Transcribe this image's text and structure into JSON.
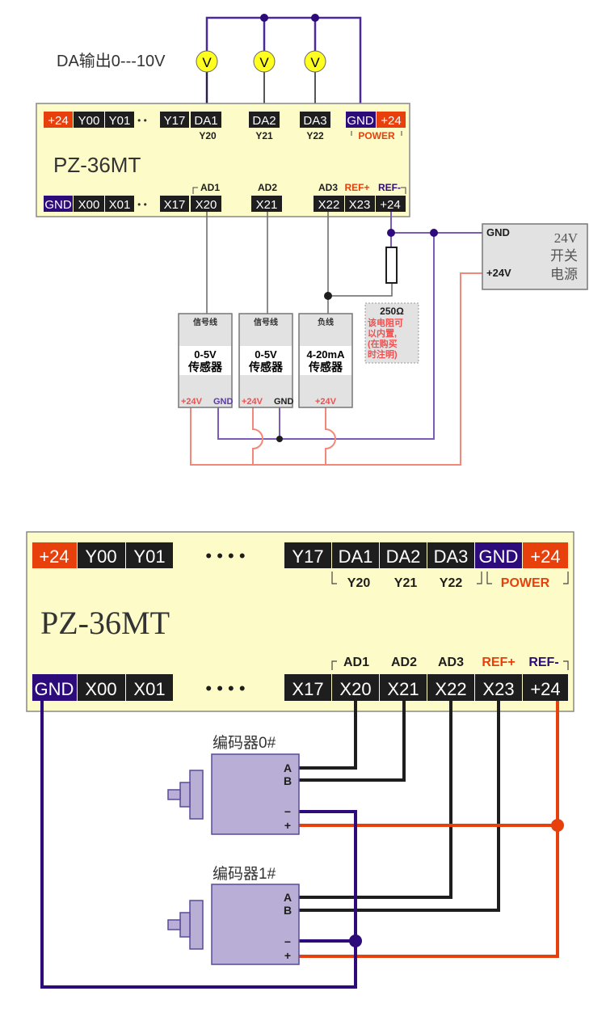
{
  "diagram1": {
    "da_label": "DA输出0---10V",
    "meter_symbol": "V",
    "plc_model": "PZ-36MT",
    "top_terminals": [
      "+24",
      "Y00",
      "Y01",
      "Y17",
      "DA1",
      "DA2",
      "DA3",
      "GND",
      "+24"
    ],
    "top_sub": [
      "Y20",
      "Y21",
      "Y22"
    ],
    "power_label": "POWER",
    "bottom_terminals": [
      "GND",
      "X00",
      "X01",
      "X17",
      "X20",
      "X21",
      "X22",
      "X23",
      "+24"
    ],
    "bottom_sup": [
      "AD1",
      "AD2",
      "AD3",
      "REF+",
      "REF-"
    ],
    "power_supply": {
      "gnd": "GND",
      "pos": "+24V",
      "title_lines": [
        "24V",
        "开关",
        "电源"
      ]
    },
    "resistor_note": {
      "value": "250Ω",
      "lines": [
        "该电阻可",
        "以内置,",
        "(在购买",
        "时注明)"
      ]
    },
    "sensors": [
      {
        "top": "信号线",
        "type": "0-5V",
        "name": "传感器",
        "pins": [
          "+24V",
          "GND"
        ]
      },
      {
        "top": "信号线",
        "type": "0-5V",
        "name": "传感器",
        "pins": [
          "+24V",
          "GND"
        ]
      },
      {
        "top": "负线",
        "type": "4-20mA",
        "name": "传感器",
        "pins": [
          "+24V"
        ]
      }
    ]
  },
  "diagram2": {
    "plc_model": "PZ-36MT",
    "top_terminals": [
      "+24",
      "Y00",
      "Y01",
      "Y17",
      "DA1",
      "DA2",
      "DA3",
      "GND",
      "+24"
    ],
    "top_sub": [
      "Y20",
      "Y21",
      "Y22"
    ],
    "power_label": "POWER",
    "bottom_terminals": [
      "GND",
      "X00",
      "X01",
      "X17",
      "X20",
      "X21",
      "X22",
      "X23",
      "+24"
    ],
    "bottom_sup": [
      "AD1",
      "AD2",
      "AD3",
      "REF+",
      "REF-"
    ],
    "encoders": [
      {
        "label": "编码器0#",
        "pins": [
          "A",
          "B",
          "−",
          "+"
        ]
      },
      {
        "label": "编码器1#",
        "pins": [
          "A",
          "B",
          "−",
          "+"
        ]
      }
    ]
  },
  "colors": {
    "red": "#e8400c",
    "purple": "#2e0b7a",
    "black": "#1e1e1e",
    "plc_bg": "#fdfbc8",
    "wire_pink": "#f48878",
    "wire_violet": "#7a5cb8"
  }
}
